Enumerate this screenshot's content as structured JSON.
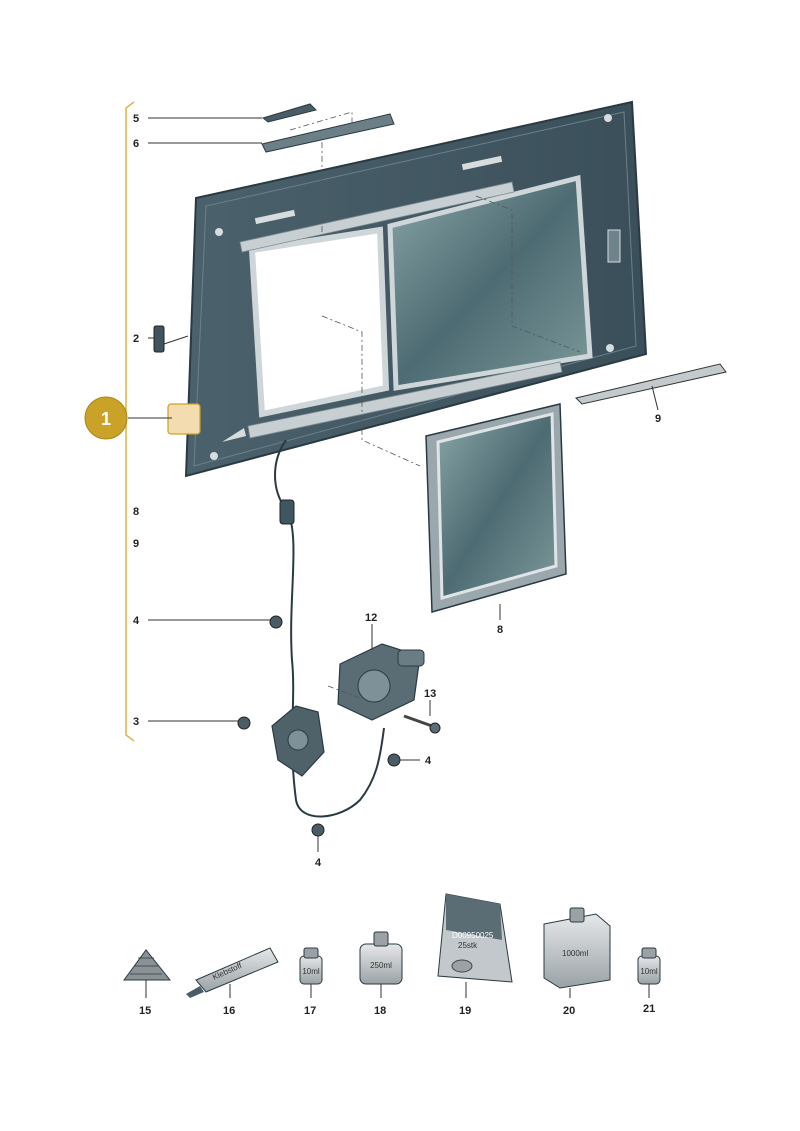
{
  "callout": {
    "number": "1",
    "color": "#c9a227"
  },
  "colors": {
    "panel": "#3f5560",
    "panel_edge": "#2a3a42",
    "glass": "#5f7d82",
    "frame": "#d9dde0",
    "bracket": "#e0b84a"
  },
  "part_labels": {
    "p5": "5",
    "p6": "6",
    "p2": "2",
    "p9_panel": "9",
    "p8_left": "8",
    "p9_left": "9",
    "p4_left": "4",
    "p12": "12",
    "p13": "13",
    "p3": "3",
    "p4_right": "4",
    "p4_bottom": "4",
    "p8_glass": "8"
  },
  "products": [
    {
      "id": "15",
      "icon": "cone-seal-icon",
      "text": ""
    },
    {
      "id": "16",
      "icon": "glue-tube-icon",
      "text": "Klebstoff"
    },
    {
      "id": "17",
      "icon": "small-bottle-icon",
      "text": "10ml"
    },
    {
      "id": "18",
      "icon": "can-icon",
      "text": "250ml"
    },
    {
      "id": "19",
      "icon": "bag-icon",
      "text": "D00950025",
      "text2": "25stk"
    },
    {
      "id": "20",
      "icon": "canister-icon",
      "text": "1000ml"
    },
    {
      "id": "21",
      "icon": "small-bottle-icon",
      "text": "10ml"
    }
  ]
}
